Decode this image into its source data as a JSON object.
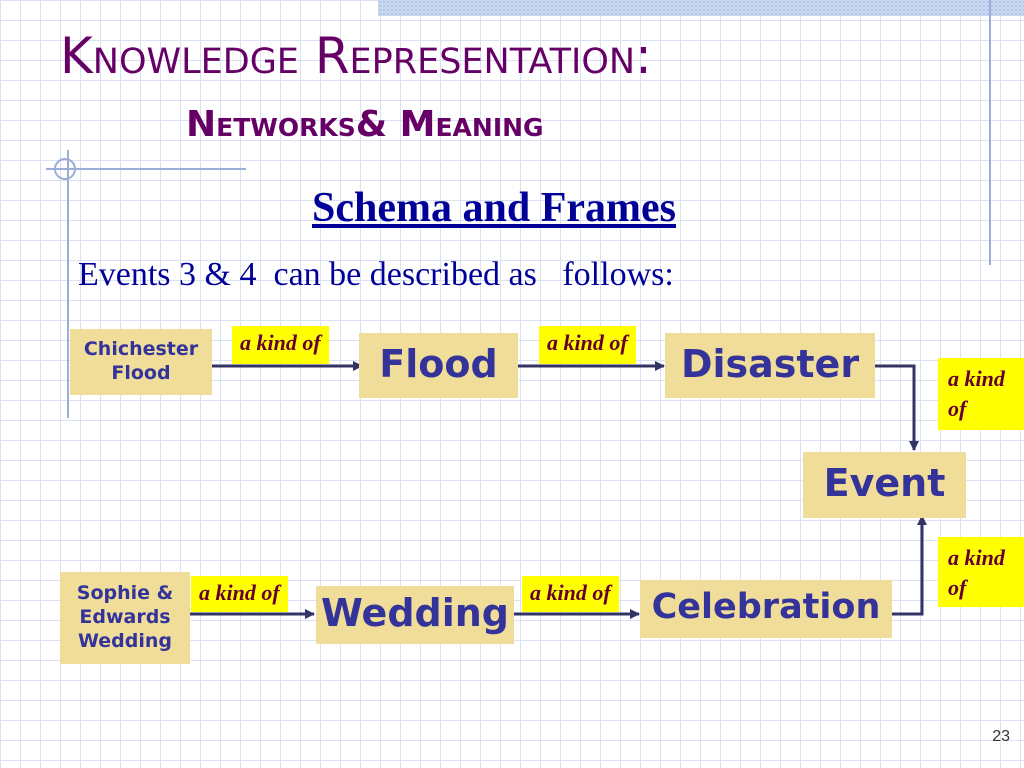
{
  "slide": {
    "title": "Knowledge Representation:",
    "subtitle": "Networks& Meaning",
    "section_heading": "Schema and Frames",
    "intro": "Events 3 & 4  can be described as   follows:",
    "page_number": "23"
  },
  "diagram": {
    "nodes": {
      "chichester_flood": "Chichester Flood",
      "flood": "Flood",
      "disaster": "Disaster",
      "event": "Event",
      "sophie_edwards_wedding": "Sophie & Edwards Wedding",
      "wedding": "Wedding",
      "celebration": "Celebration"
    },
    "relations": {
      "chichester_to_flood": "a kind of",
      "flood_to_disaster": "a kind of",
      "disaster_to_event": "a kind of",
      "sophie_to_wedding": "a kind of",
      "wedding_to_celebration": "a kind of",
      "celebration_to_event": "a kind of"
    },
    "colors": {
      "node_fill": "#f0dd9a",
      "node_text": "#333399",
      "label_fill": "#ffff00",
      "label_text": "#660033",
      "arrow": "#333366",
      "title": "#660066"
    }
  }
}
